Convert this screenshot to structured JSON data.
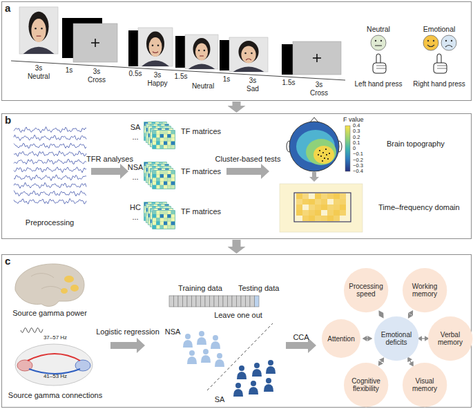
{
  "diagram": {
    "nodes": [
      {
        "text": [
          "a"
        ]
      },
      {
        "text": [
          "b"
        ]
      },
      {
        "text": [
          "c"
        ]
      },
      {
        "text": [
          "Processing speed"
        ],
        "in": 2
      },
      {
        "text": [
          "Working memory"
        ],
        "in": 2
      },
      {
        "text": [
          "Attention"
        ],
        "in": 2
      },
      {
        "text": [
          "Emotional deficits"
        ],
        "in": 2
      },
      {
        "text": [
          "Verbal memory"
        ],
        "in": 2
      },
      {
        "text": [
          "Cognitive flexibility"
        ],
        "in": 2
      },
      {
        "text": [
          "Visual memory"
        ],
        "in": 2
      }
    ],
    "edges": [
      {
        "from": 0,
        "to": 1,
        "arrow": "to"
      },
      {
        "from": 1,
        "to": 2,
        "arrow": "to"
      },
      {
        "from": 6,
        "to": 3,
        "arrow": "both"
      },
      {
        "from": 6,
        "to": 4,
        "arrow": "both"
      },
      {
        "from": 6,
        "to": 5,
        "arrow": "both"
      },
      {
        "from": 6,
        "to": 7,
        "arrow": "both"
      },
      {
        "from": 6,
        "to": 8,
        "arrow": "both"
      },
      {
        "from": 6,
        "to": 9,
        "arrow": "both"
      }
    ],
    "labels": [
      "3s",
      "Neutral",
      "1s",
      "3s",
      "Cross",
      "0.5s",
      "3s",
      "Happy",
      "1.5s",
      "Neutral",
      "1s",
      "3s",
      "Sad",
      "1.5s",
      "3s",
      "Cross",
      "Neutral",
      "Emotional",
      "Left hand press",
      "Right hand press",
      "Preprocessing",
      "TFR analyses",
      "SA",
      "...",
      "TF matrices",
      "NSA",
      "...",
      "TF matrices",
      "HC",
      "...",
      "TF matrices",
      "Cluster-based tests",
      "F value",
      "0.4",
      "0.3",
      "0.2",
      "0.1",
      "0",
      "−0.1",
      "−0.2",
      "−0.3",
      "−0.4",
      "Brain topography",
      "Time–frequency domain",
      "Source gamma power",
      "Source gamma connections",
      "37–57 Hz",
      "41–53 Hz",
      "Logistic regression",
      "Training data",
      "Testing data",
      "Leave one out",
      "NSA",
      "SA",
      "CCA"
    ]
  }
}
